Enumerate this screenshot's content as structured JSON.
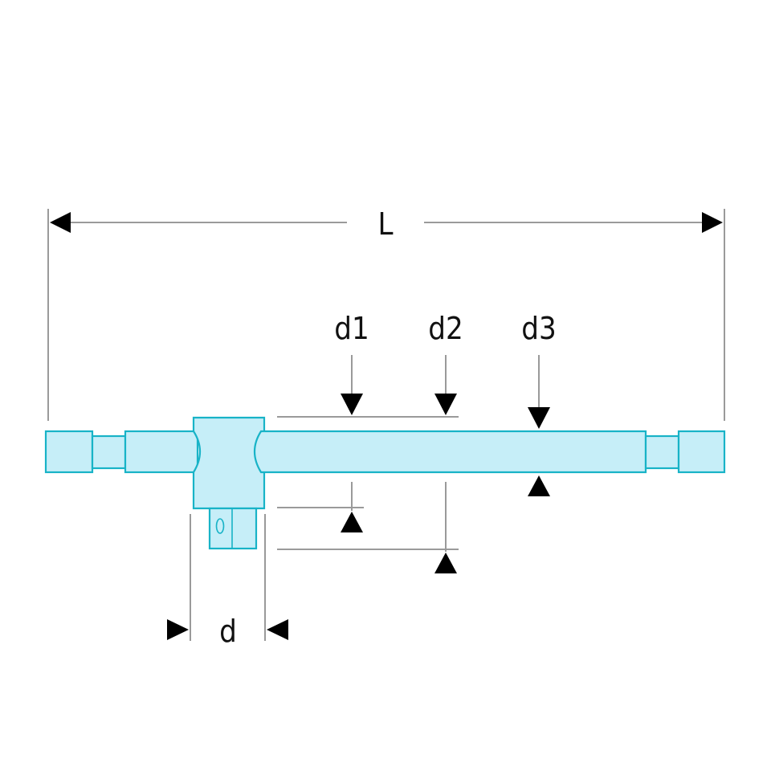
{
  "labels": {
    "L": "L",
    "d1": "d1",
    "d2": "d2",
    "d3": "d3",
    "d": "d"
  },
  "colors": {
    "tool_fill": "#c6eef8",
    "tool_outline": "#18b3c7",
    "dimension_lines": "#9a9a9a",
    "arrows": "#000000",
    "text": "#111111"
  }
}
